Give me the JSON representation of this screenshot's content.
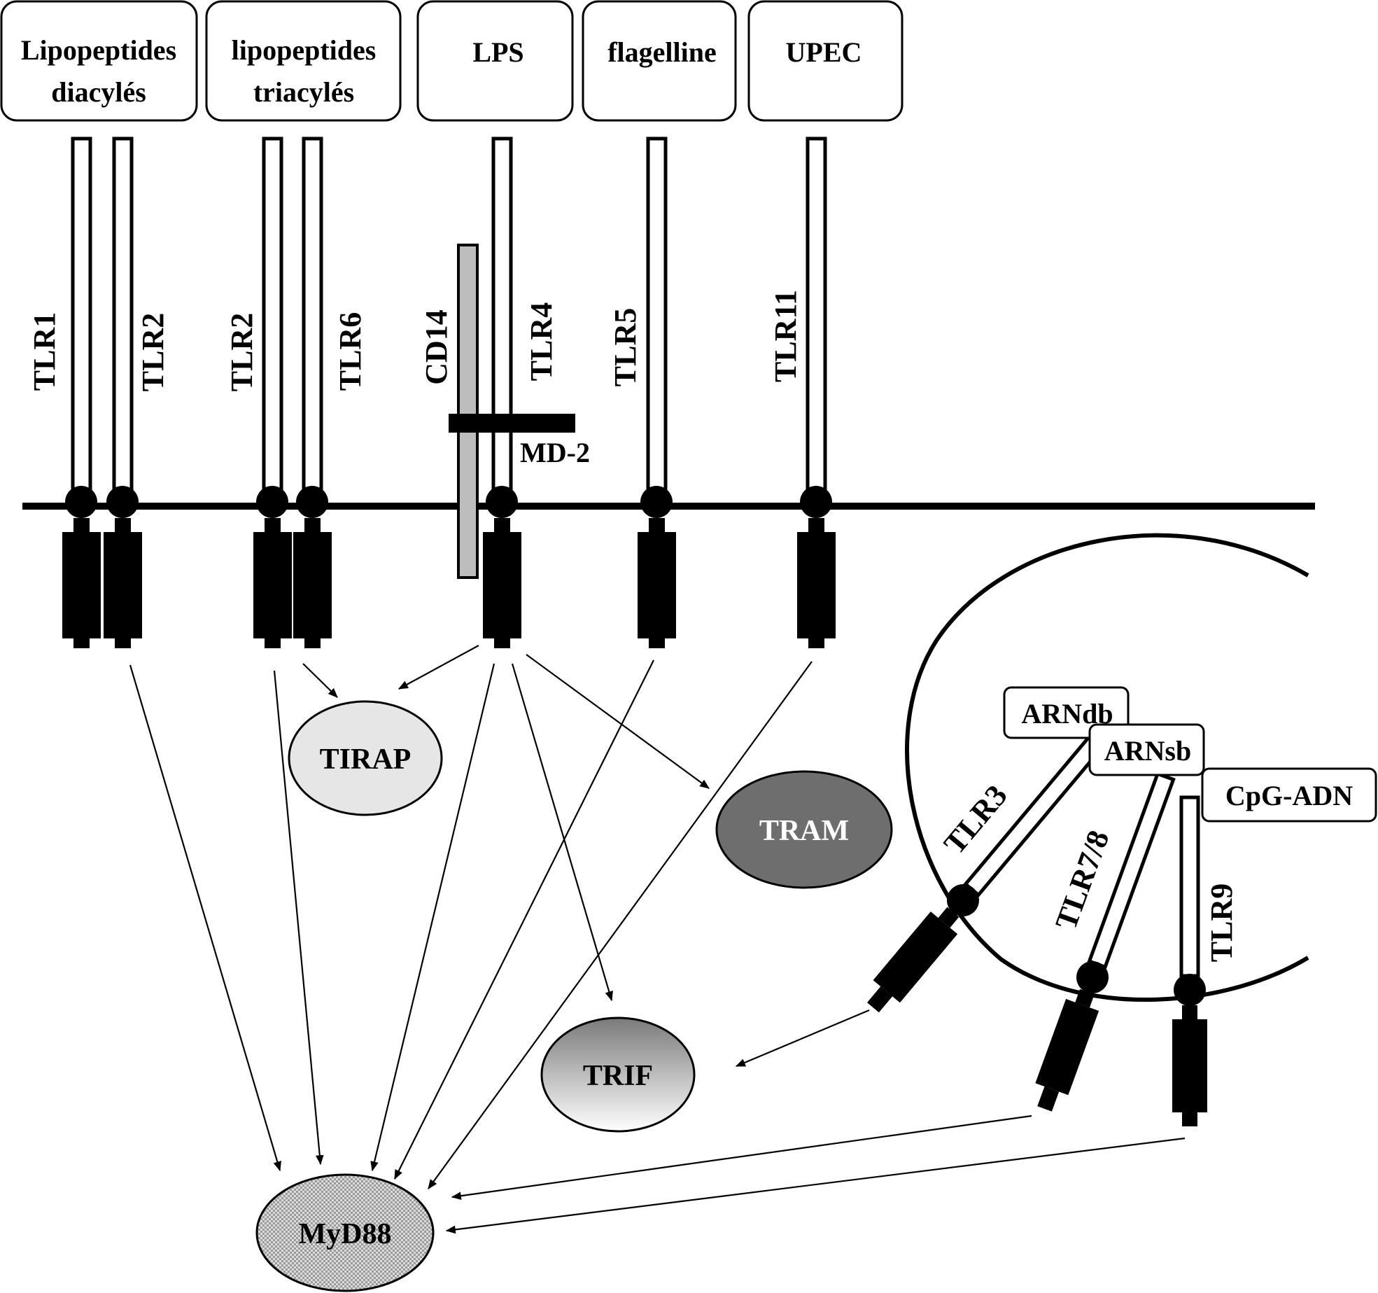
{
  "ligands": {
    "diacyl": [
      "Lipopeptides",
      "diacylés"
    ],
    "triacyl": [
      "lipopeptides",
      "triacylés"
    ],
    "lps": "LPS",
    "flagelline": "flagelline",
    "upec": "UPEC"
  },
  "receptors": {
    "tlr1": "TLR1",
    "tlr2a": "TLR2",
    "tlr2b": "TLR2",
    "tlr6": "TLR6",
    "cd14": "CD14",
    "tlr4": "TLR4",
    "md2": "MD-2",
    "tlr5": "TLR5",
    "tlr11": "TLR11",
    "tlr3": "TLR3",
    "tlr78": "TLR7/8",
    "tlr9": "TLR9"
  },
  "endosome_ligands": {
    "arndb": "ARNdb",
    "arnsb": "ARNsb",
    "cpg": "CpG-ADN"
  },
  "adaptors": {
    "tirap": "TIRAP",
    "tram": "TRAM",
    "trif": "TRIF",
    "myd88": "MyD88"
  },
  "colors": {
    "tirap": "#e6e6e6",
    "tram": "#6e6e6e",
    "cd14": "#bdbdbd",
    "trif_top": "#7a7a7a",
    "trif_bottom": "#ffffff"
  }
}
